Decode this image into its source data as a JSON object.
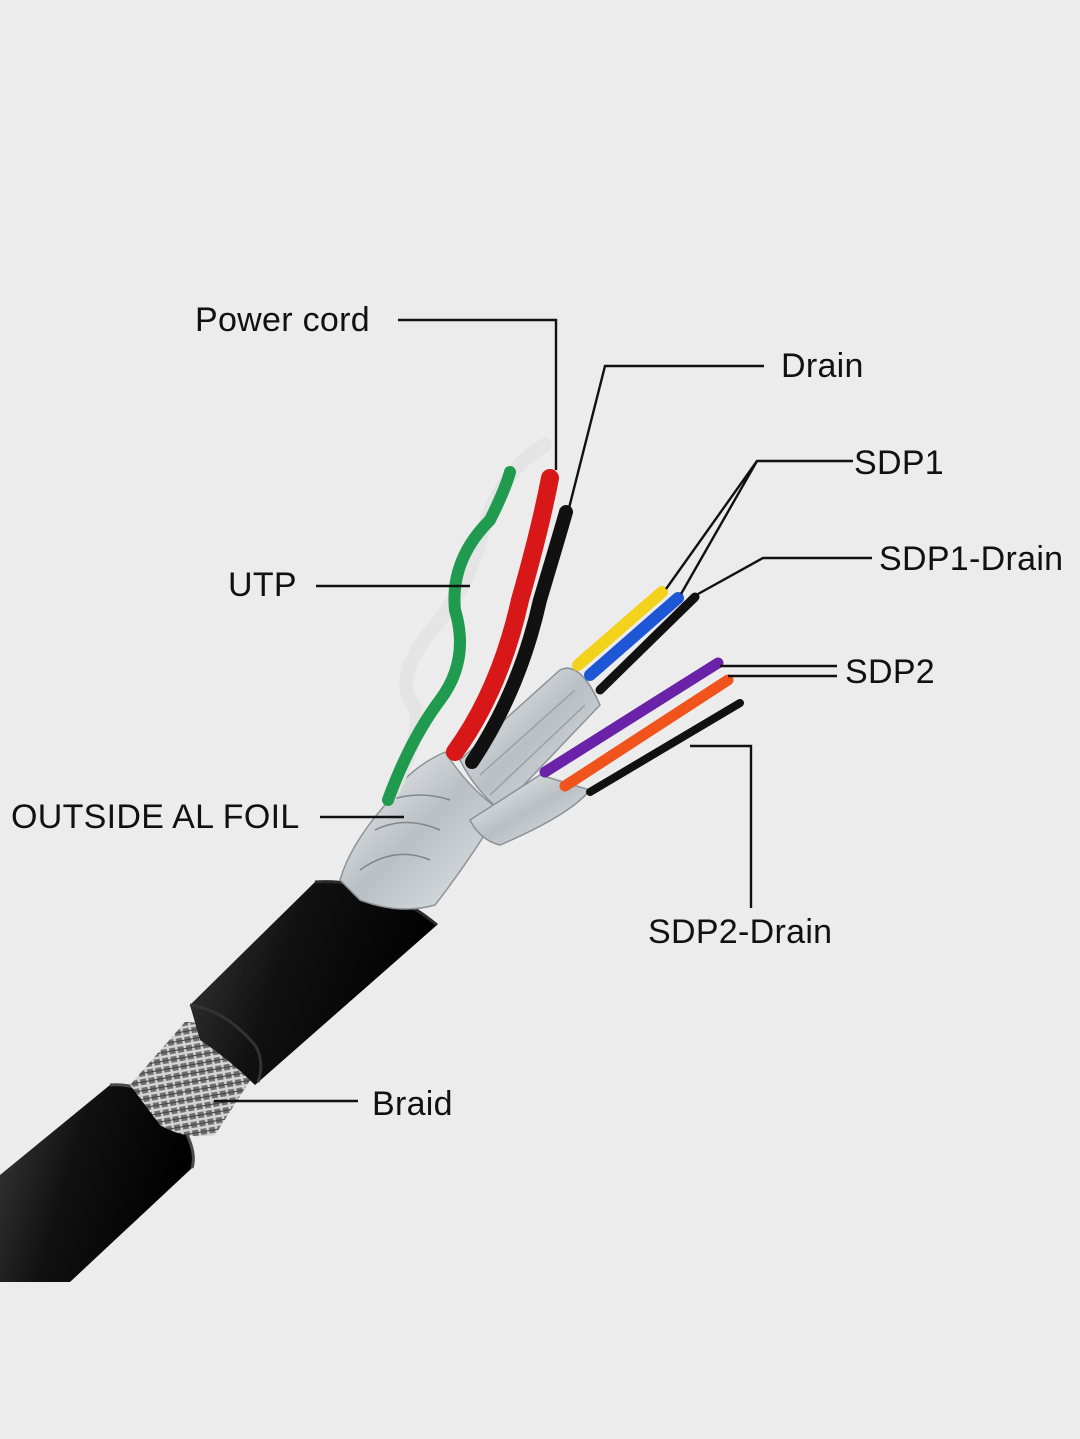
{
  "diagram": {
    "labels": {
      "power_cord": "Power cord",
      "drain": "Drain",
      "sdp1": "SDP1",
      "sdp1_drain": "SDP1-Drain",
      "sdp2": "SDP2",
      "utp": "UTP",
      "outside_al_foil": "OUTSIDE AL FOIL",
      "sdp2_drain": "SDP2-Drain",
      "braid": "Braid"
    },
    "colors": {
      "background": "#ececec",
      "jacket": "#151515",
      "foil": "#c9ced1",
      "braid": "#9a9a9a",
      "wire_red": "#d81818",
      "wire_white": "#e4e4e4",
      "wire_green": "#1f9a4e",
      "wire_black": "#111111",
      "wire_yellow": "#f2d21a",
      "wire_blue": "#1d57d6",
      "wire_purple": "#6a22a8",
      "wire_orange": "#f0531c"
    }
  }
}
